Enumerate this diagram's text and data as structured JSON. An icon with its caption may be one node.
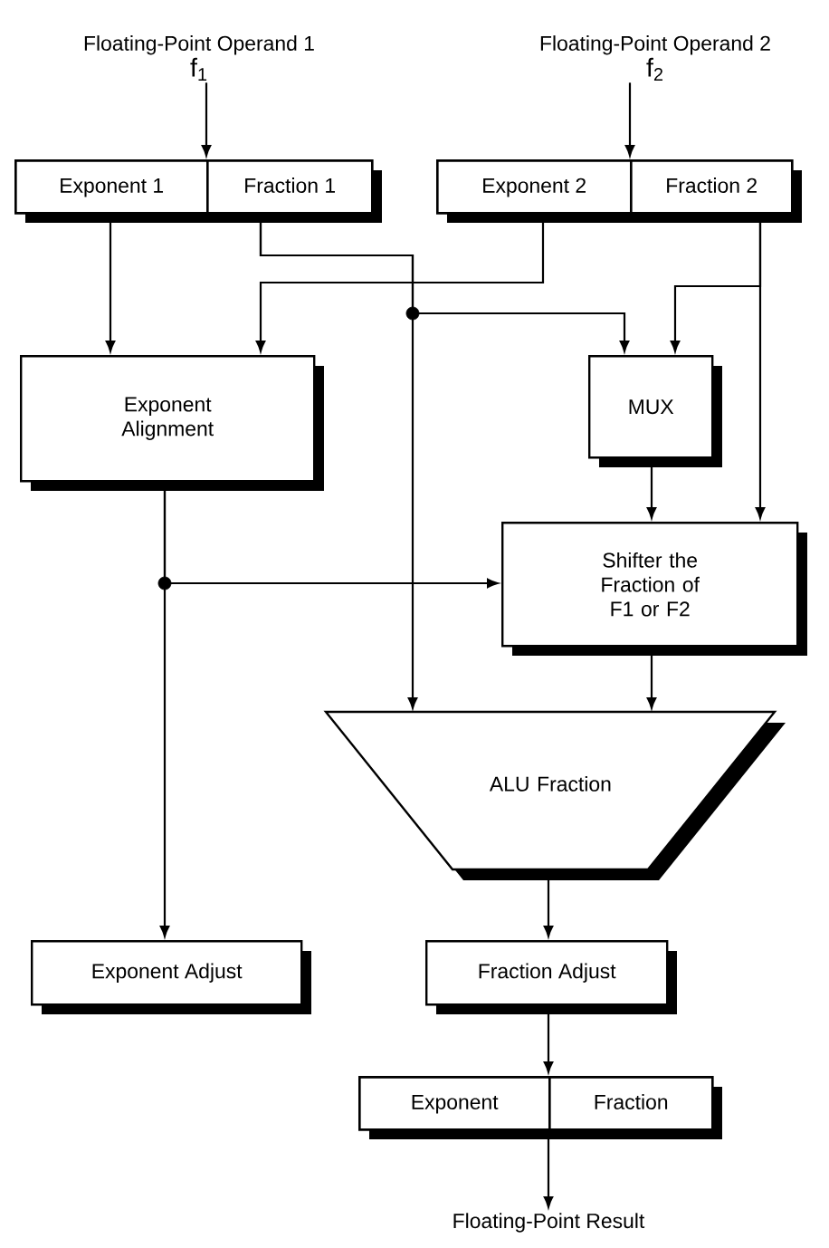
{
  "diagram": {
    "nodes": [
      {
        "text": [
          "Floating-Point Operand 1",
          "f$_{1}$"
        ]
      },
      {
        "text": [
          "Floating-Point Operand 2",
          "f$_{2}$"
        ]
      },
      {
        "text": [],
        "shape": "box"
      },
      {
        "text": [
          "Exponent 1"
        ],
        "in": 2
      },
      {
        "text": [
          "Fraction 1"
        ],
        "in": 2
      },
      {
        "text": [],
        "shape": "box"
      },
      {
        "text": [
          "Exponent 2"
        ],
        "in": 5
      },
      {
        "text": [
          "Fraction 2"
        ],
        "in": 5
      },
      {
        "text": [
          "Exponent Alignment"
        ]
      },
      {
        "text": [
          "MUX"
        ]
      },
      {
        "text": [
          "Shifter the Fraction of F1 or F2"
        ]
      },
      {
        "text": [
          "ALU Fraction"
        ]
      },
      {
        "text": [
          "Exponent Adjust"
        ]
      },
      {
        "text": [
          "Fraction Adjust"
        ]
      },
      {
        "text": [],
        "shape": "box"
      },
      {
        "text": [
          "Exponent"
        ],
        "in": 14
      },
      {
        "text": [
          "Fraction"
        ],
        "in": 14
      },
      {
        "text": [
          "Floating-Point Result"
        ]
      }
    ],
    "edges": [
      {
        "from": 0,
        "to": 2,
        "arrow": "to"
      },
      {
        "from": 1,
        "to": 5,
        "arrow": "to"
      },
      {
        "from": 3,
        "to": 8,
        "arrow": "to"
      },
      {
        "from": 4,
        "to": 11,
        "arrow": "to"
      },
      {
        "from": 4,
        "to": 9,
        "arrow": "to"
      },
      {
        "from": 6,
        "to": 8,
        "arrow": "to"
      },
      {
        "from": 7,
        "to": 9,
        "arrow": "to"
      },
      {
        "from": 7,
        "to": 10,
        "arrow": "to"
      },
      {
        "from": 9,
        "to": 10,
        "arrow": "to"
      },
      {
        "from": 8,
        "to": 10,
        "arrow": "to"
      },
      {
        "from": 8,
        "to": 12,
        "arrow": "to"
      },
      {
        "from": 10,
        "to": 11,
        "arrow": "to"
      },
      {
        "from": 11,
        "to": 13,
        "arrow": "to"
      },
      {
        "from": 13,
        "to": 14,
        "arrow": "to"
      },
      {
        "from": 14,
        "to": 17,
        "arrow": "to"
      }
    ]
  }
}
